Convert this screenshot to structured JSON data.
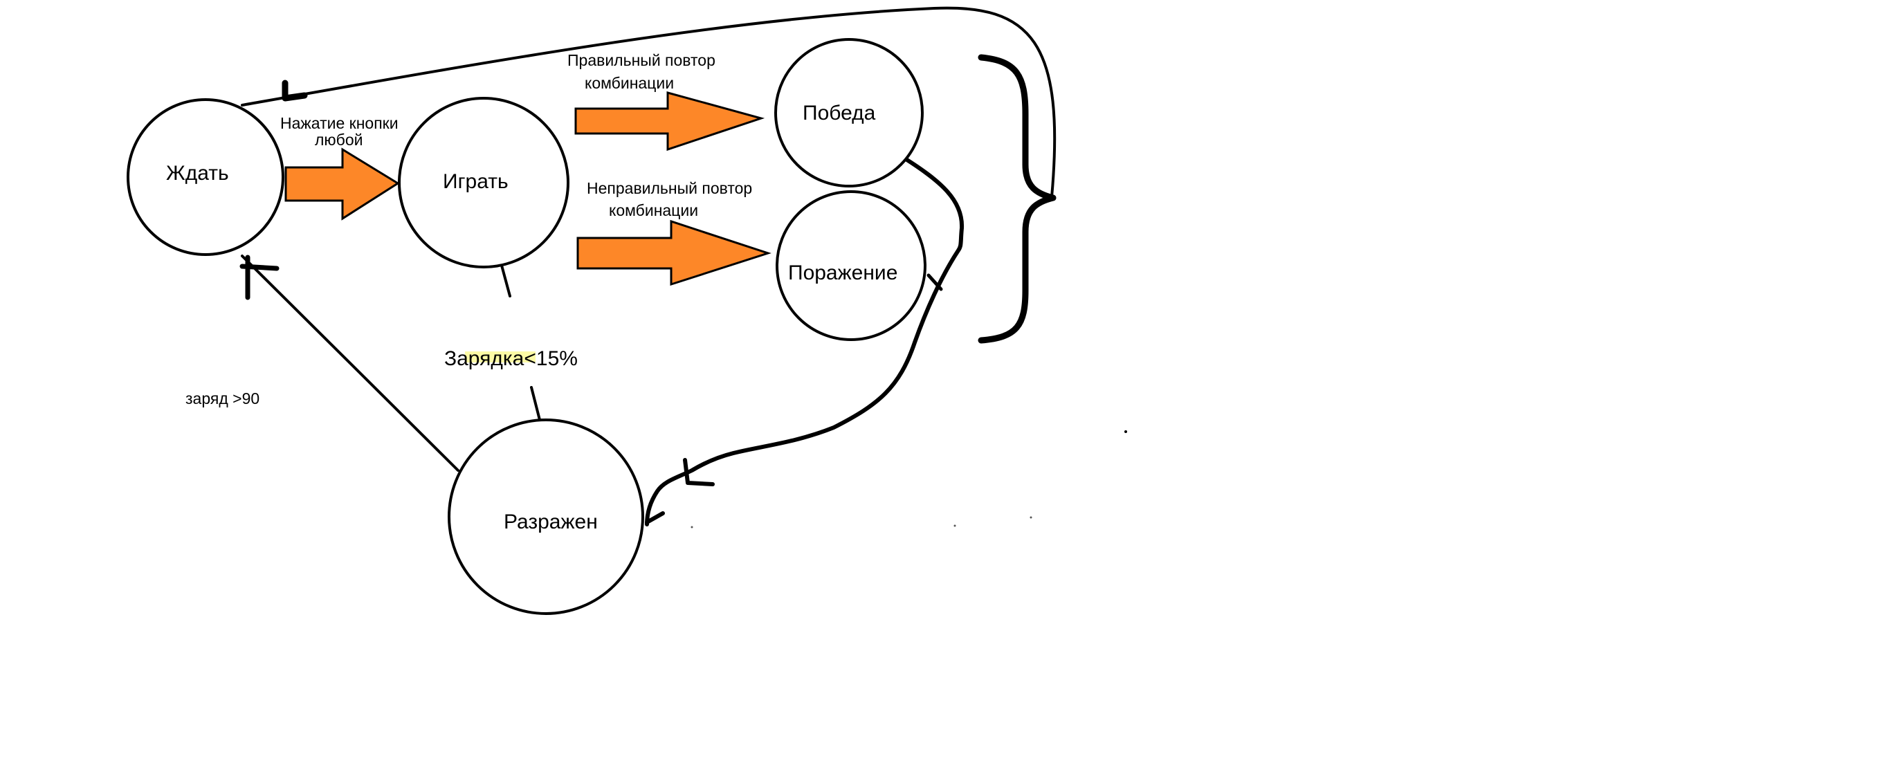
{
  "colors": {
    "arrow_fill": "#fd8728",
    "stroke": "#000000",
    "highlight": "#f7f200",
    "background": "#ffffff"
  },
  "states": {
    "wait": "Ждать",
    "play": "Играть",
    "win": "Победа",
    "lose": "Поражение",
    "discharged": "Разражен"
  },
  "transitions": {
    "button_press": [
      "Нажатие кнопки",
      "любой"
    ],
    "correct_repeat": [
      "Правильный повтор",
      "комбинации"
    ],
    "wrong_repeat": [
      "Неправильный повтор",
      "комбинации"
    ],
    "low_charge": "Зарядка<15%",
    "charged": "заряд >90"
  }
}
